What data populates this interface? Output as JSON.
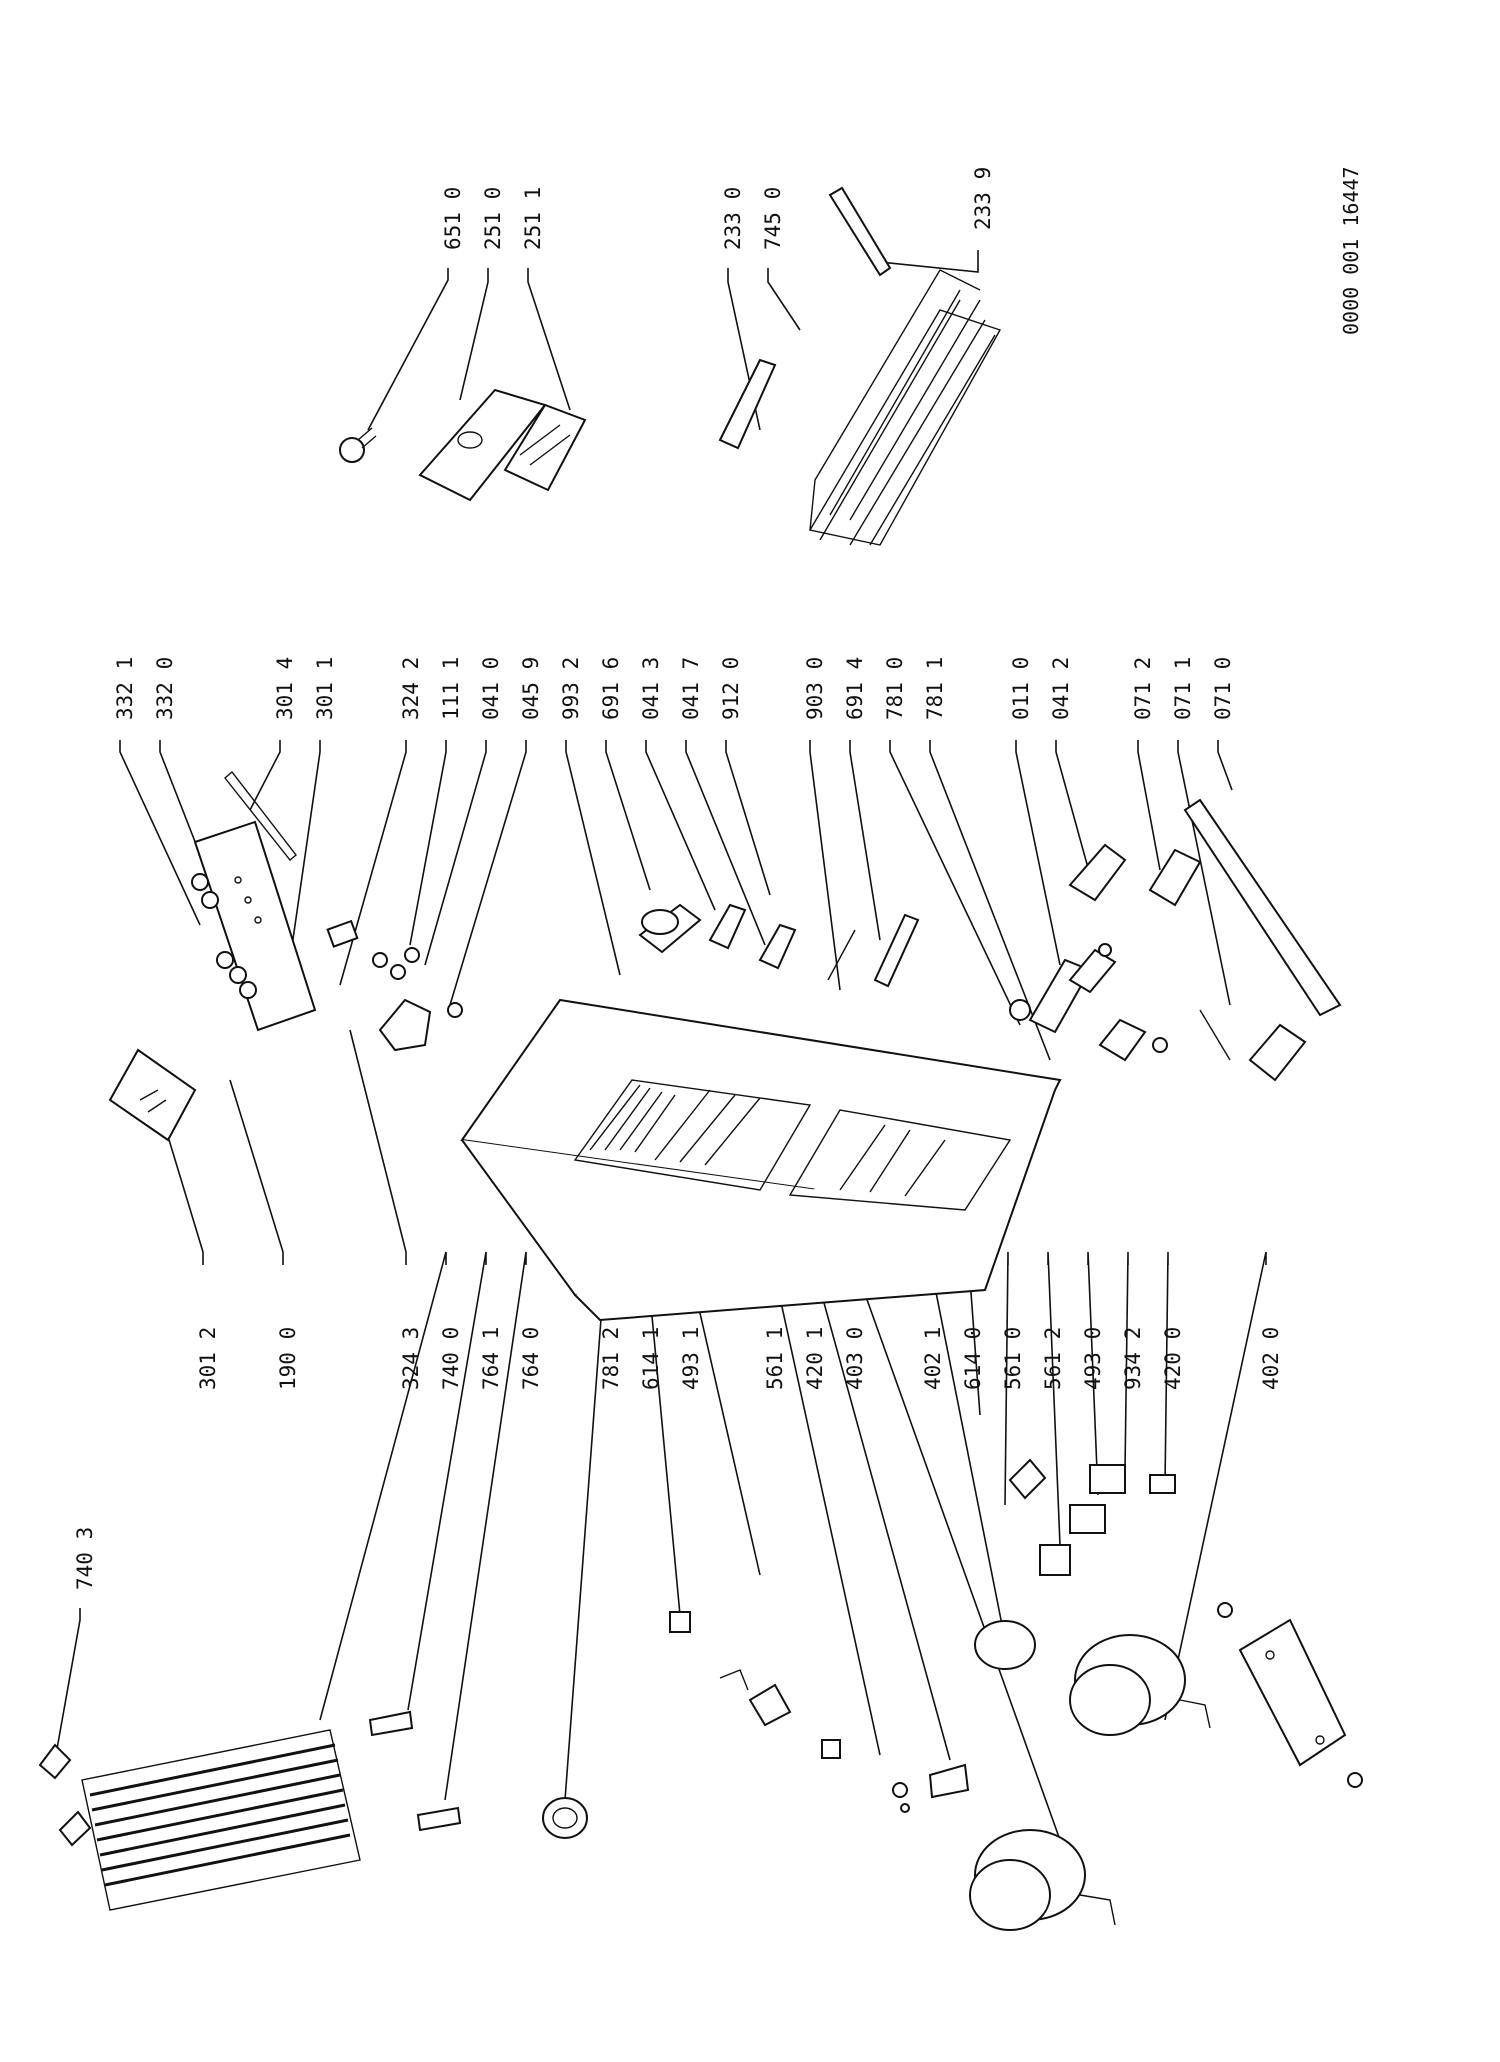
{
  "document_number": "0000 001 16447",
  "callouts": {
    "top_right": [
      "651 0",
      "251 0",
      "251 1"
    ],
    "top_right_mid": [
      "233 0",
      "745 0"
    ],
    "top_right_far": [
      "233 9"
    ],
    "middle_column": [
      "332 1",
      "332 0",
      "301 4",
      "301 1",
      "324 2",
      "111 1",
      "041 0",
      "045 9",
      "993 2",
      "691 6",
      "041 3",
      "041 7",
      "912 0",
      "903 0",
      "691 4",
      "781 0",
      "781 1",
      "011 0",
      "041 2",
      "071 2",
      "071 1",
      "071 0"
    ],
    "lower_column": [
      "301 2",
      "190 0",
      "324 3",
      "740 0",
      "764 1",
      "764 0",
      "781 2",
      "614 1",
      "493 1",
      "561 1",
      "420 1",
      "403 0",
      "402 1",
      "614 0",
      "561 0",
      "561 2",
      "493 0",
      "934 2",
      "420 0",
      "402 0"
    ],
    "far_left": [
      "740 3"
    ]
  }
}
